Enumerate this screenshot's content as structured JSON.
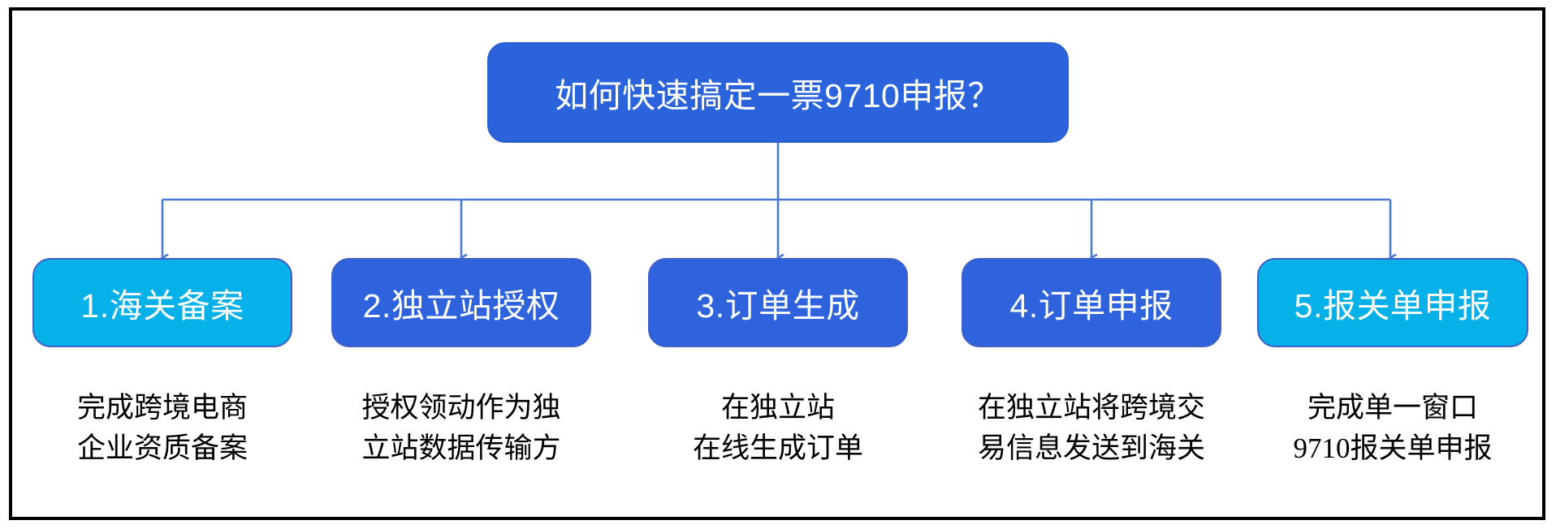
{
  "diagram": {
    "title_node": {
      "label": "如何快速搞定一票9710申报？",
      "fill": "#2a63db",
      "border": "#2a5fd0",
      "text_color": "#ffffff"
    },
    "connector": {
      "color": "#4a7ad4",
      "arrow_name": "down-arrow-head"
    },
    "frame_color": "#000000",
    "steps": [
      {
        "label": "1.海关备案",
        "fill": "#06b0e8",
        "border": "#3f5fc4",
        "caption": "完成跨境电商\n企业资质备案"
      },
      {
        "label": "2.独立站授权",
        "fill": "#2f63de",
        "border": "#3f5fc4",
        "caption": "授权领动作为独\n立站数据传输方"
      },
      {
        "label": "3.订单生成",
        "fill": "#2f63de",
        "border": "#3f5fc4",
        "caption": "在独立站\n在线生成订单"
      },
      {
        "label": "4.订单申报",
        "fill": "#2f63de",
        "border": "#3f5fc4",
        "caption": "在独立站将跨境交\n易信息发送到海关"
      },
      {
        "label": "5.报关单申报",
        "fill": "#06b0e8",
        "border": "#3f5fc4",
        "caption": "完成单一窗口\n9710报关单申报"
      }
    ]
  }
}
